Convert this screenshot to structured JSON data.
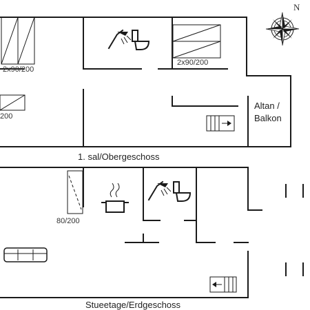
{
  "floors": {
    "upper": {
      "title": "1. sal/Obergeschoss",
      "balcony_label_line1": "Altan /",
      "balcony_label_line2": "Balkon",
      "bed_labels": [
        "2x90/200",
        "2x90/200",
        "200"
      ]
    },
    "ground": {
      "title": "Stueetage/Erdgeschoss",
      "bed_label": "80/200"
    }
  },
  "compass": {
    "north_label": "N"
  },
  "icons": [
    "shower-icon",
    "toilet-icon",
    "stairs-icon",
    "cooking-pot-icon",
    "sofa-icon",
    "compass-icon"
  ]
}
